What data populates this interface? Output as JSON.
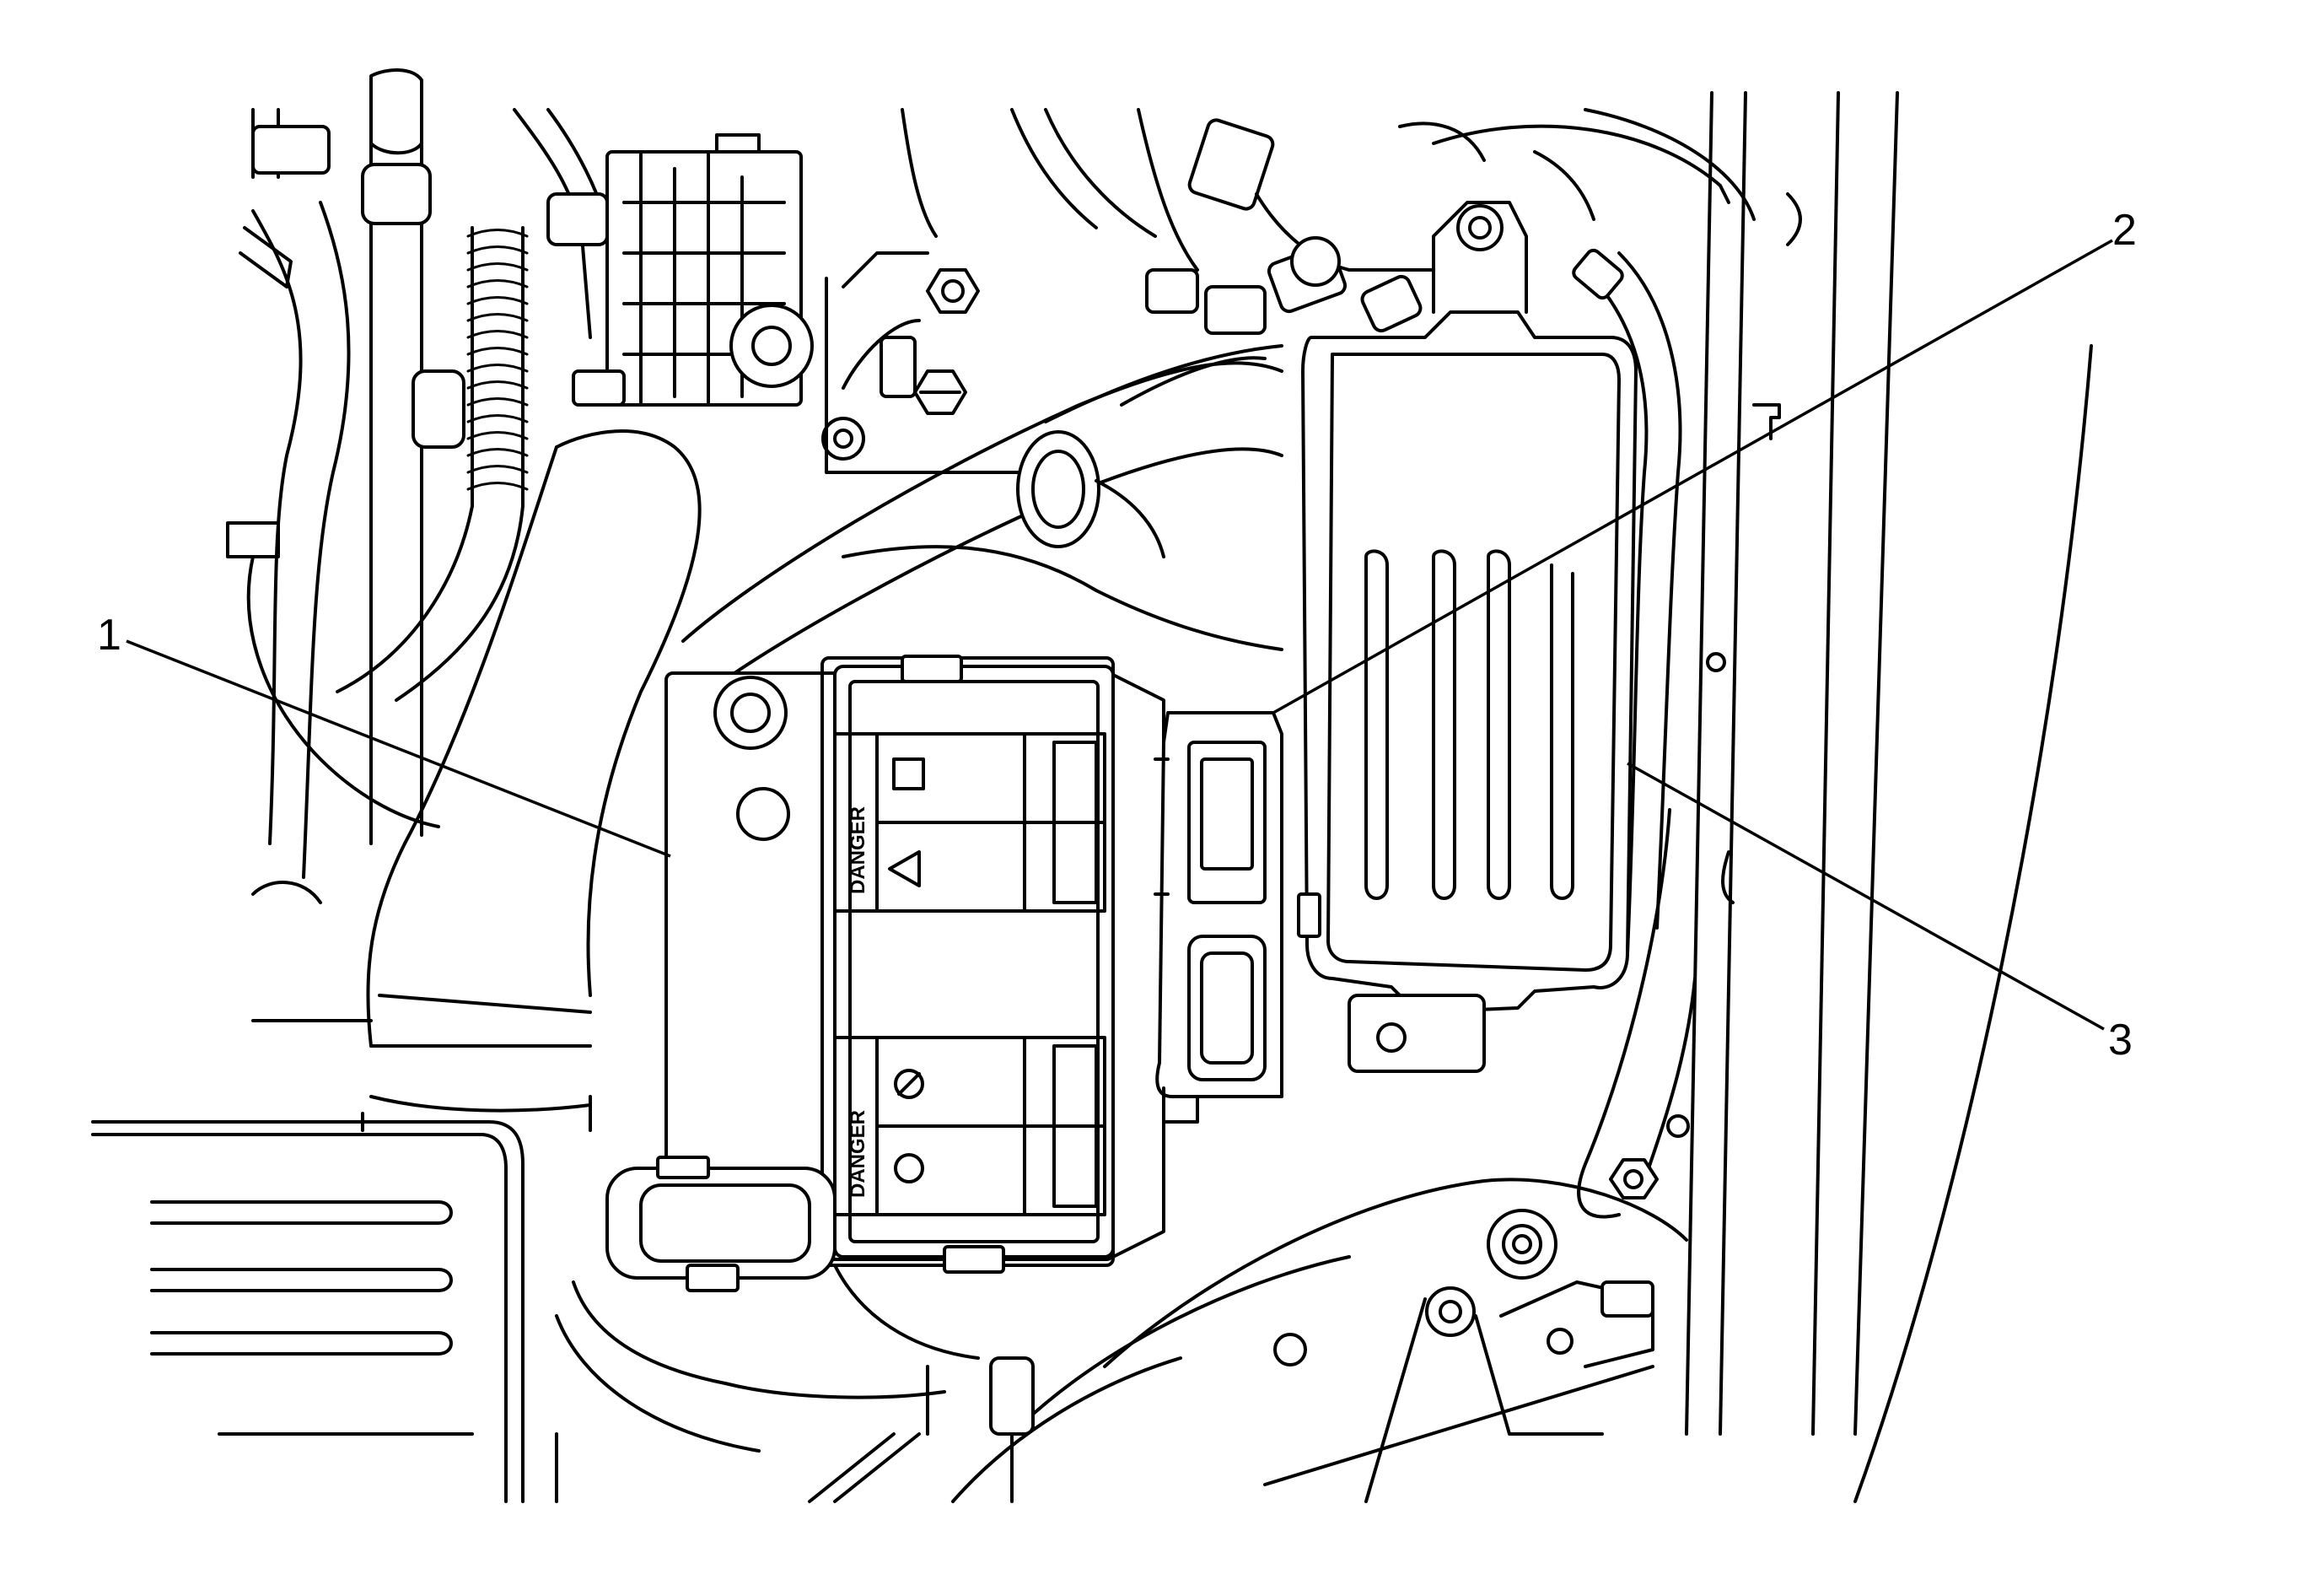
{
  "callouts": [
    {
      "id": "1",
      "label": "1"
    },
    {
      "id": "2",
      "label": "2"
    },
    {
      "id": "3",
      "label": "3"
    }
  ],
  "battery_labels": {
    "danger_top": "DANGER",
    "danger_bottom": "DANGER"
  }
}
